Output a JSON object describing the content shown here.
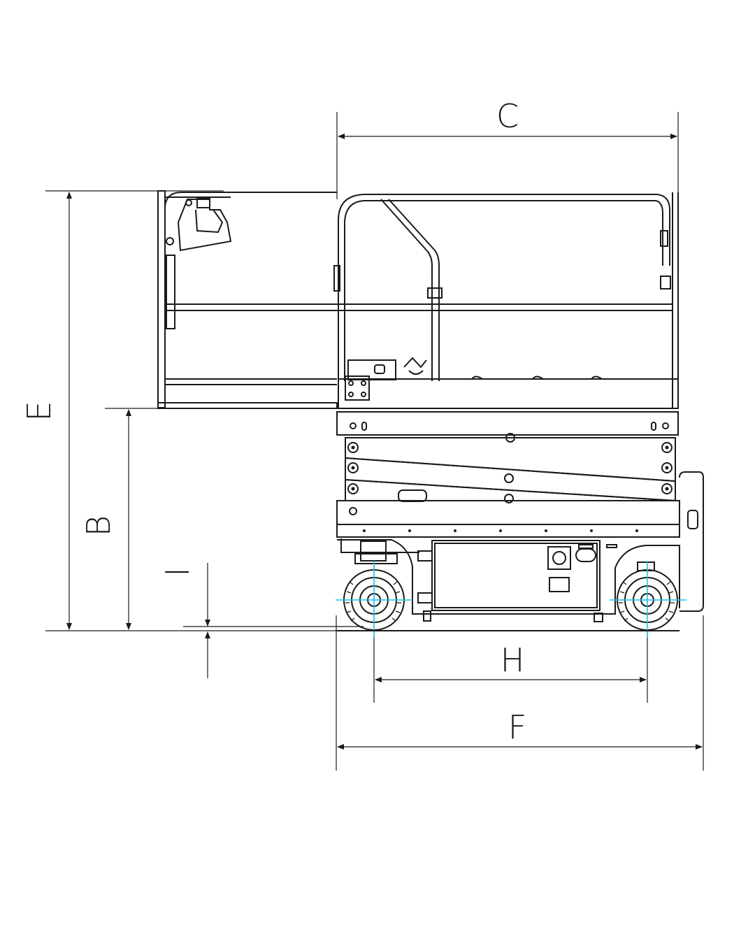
{
  "dimensions": {
    "C": "C",
    "E": "E",
    "B": "B",
    "I": "I",
    "H": "H",
    "F": "F"
  },
  "colors": {
    "line": "#1a1a1a",
    "axle_centerline": "#19c3e6",
    "background": "#ffffff"
  }
}
